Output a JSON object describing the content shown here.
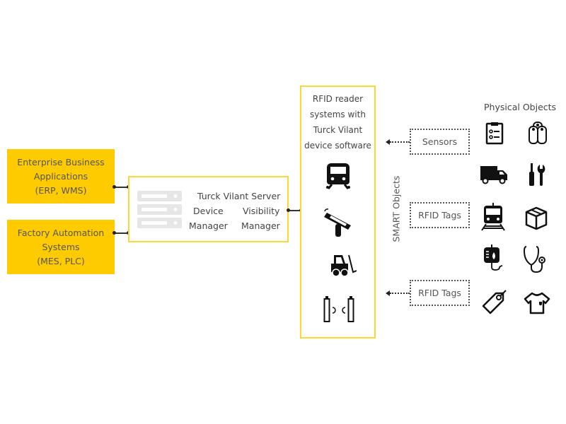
{
  "left_boxes": [
    {
      "lines": [
        "Enterprise Business",
        "Applications",
        "(ERP, WMS)"
      ]
    },
    {
      "lines": [
        "Factory Automation",
        "Systems",
        "(MES, PLC)"
      ]
    }
  ],
  "server": {
    "title": "Turck Vilant Server",
    "module_a": [
      "Device",
      "Manager"
    ],
    "module_b": [
      "Visibility",
      "Manager"
    ],
    "icon": "server-rack-icon"
  },
  "rfid_column": {
    "title_lines": [
      "RFID reader",
      "systems with",
      "Turck Vilant",
      "device software"
    ],
    "icons": [
      "train-front-icon",
      "handheld-reader-icon",
      "forklift-icon",
      "rfid-gate-icon"
    ]
  },
  "smart_objects": {
    "label": "SMART Objects",
    "boxes": [
      "Sensors",
      "RFID Tags",
      "RFID Tags"
    ]
  },
  "physical_objects": {
    "title": "Physical Objects",
    "icons": [
      "clipboard-checklist-icon",
      "paper-rolls-icon",
      "truck-icon",
      "tools-icon",
      "train-icon",
      "box-icon",
      "iv-bag-icon",
      "stethoscope-icon",
      "price-tag-icon",
      "t-shirt-icon"
    ]
  },
  "colors": {
    "accent_yellow": "#fecb00",
    "frame_yellow": "#fdd835",
    "icon_black": "#111111"
  }
}
